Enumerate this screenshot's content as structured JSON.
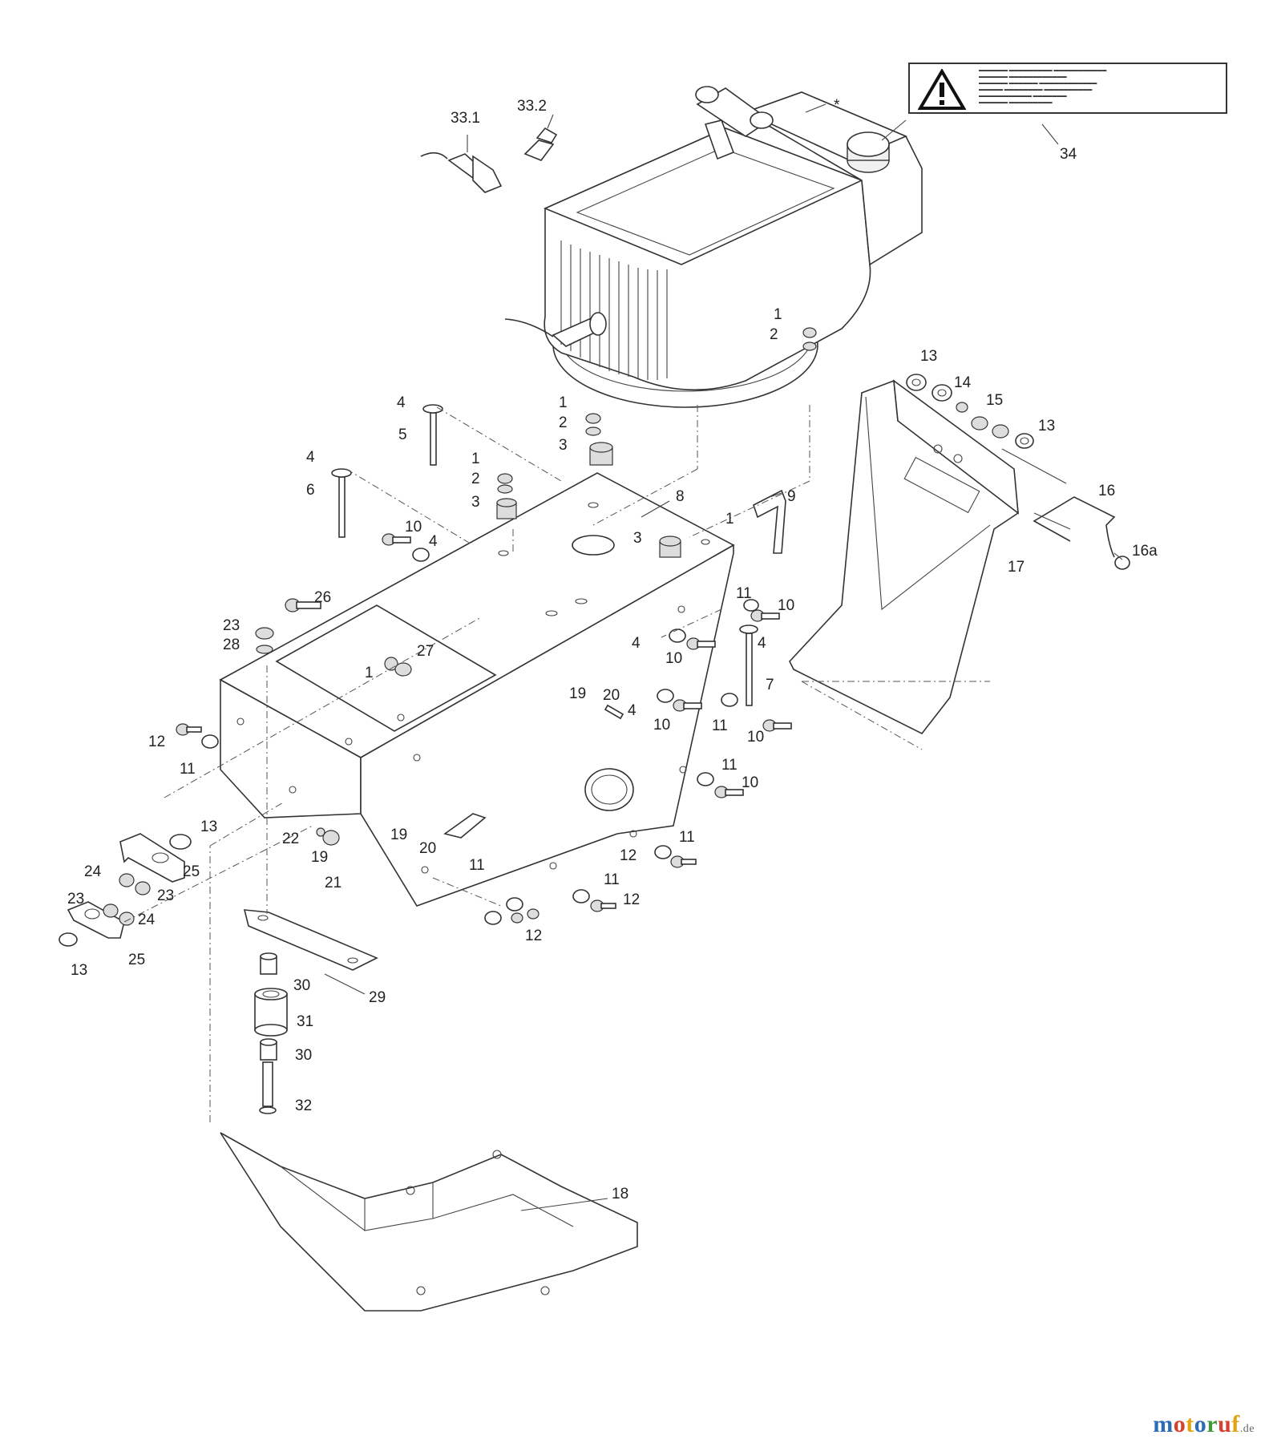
{
  "labels": [
    "33.1",
    "33.2",
    "*",
    "34",
    "1",
    "2",
    "13",
    "14",
    "15",
    "13",
    "4",
    "5",
    "1",
    "2",
    "3",
    "4",
    "6",
    "1",
    "2",
    "3",
    "8",
    "9",
    "10",
    "4",
    "3",
    "1",
    "16",
    "16a",
    "17",
    "26",
    "23",
    "28",
    "27",
    "1",
    "11",
    "10",
    "4",
    "4",
    "10",
    "7",
    "19",
    "20",
    "4",
    "10",
    "11",
    "10",
    "12",
    "11",
    "11",
    "10",
    "13",
    "22",
    "19",
    "21",
    "19",
    "20",
    "25",
    "24",
    "23",
    "23",
    "24",
    "13",
    "25",
    "11",
    "12",
    "11",
    "11",
    "12",
    "12",
    "30",
    "29",
    "31",
    "30",
    "32",
    "18"
  ],
  "watermark": {
    "letters": [
      "m",
      "o",
      "t",
      "o",
      "r",
      "u",
      "f"
    ],
    "tld": ".de"
  }
}
